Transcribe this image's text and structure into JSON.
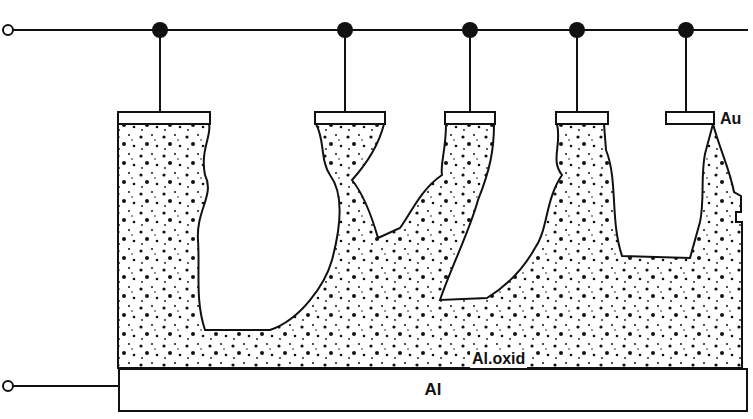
{
  "diagram": {
    "nodes": [
      {
        "text": [
          "Al"
        ]
      }
    ],
    "labels": [
      "Au",
      "Al.oxid"
    ]
  }
}
